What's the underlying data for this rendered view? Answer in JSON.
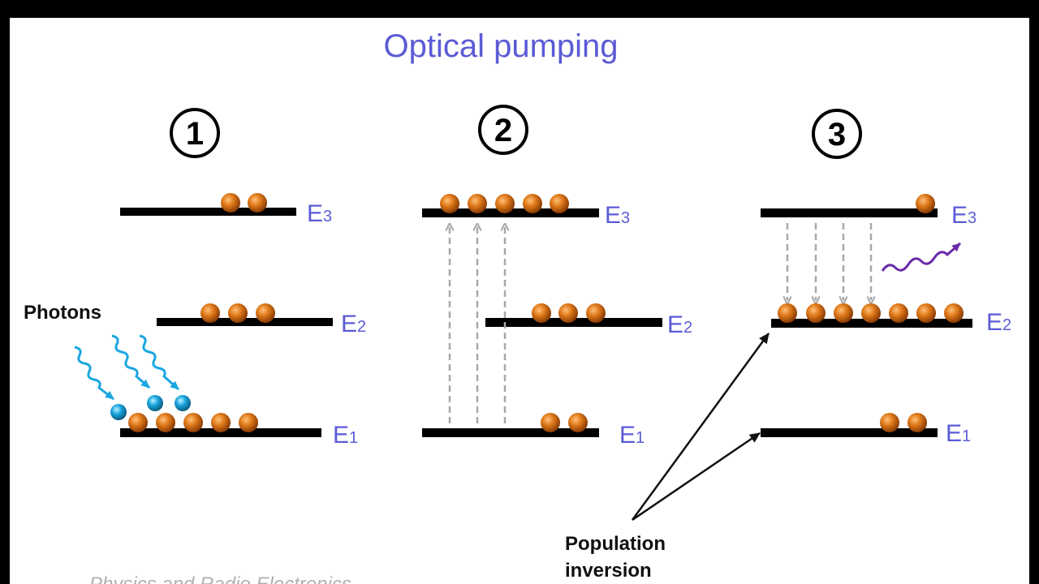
{
  "title": "Optical pumping",
  "steps": [
    "1",
    "2",
    "3"
  ],
  "level_letter": "E",
  "level_subscripts": {
    "e1": "1",
    "e2": "2",
    "e3": "3"
  },
  "photons_label": "Photons",
  "population_inversion_label": [
    "Population",
    "inversion"
  ],
  "watermark": "Physics and Radio Electronics",
  "panels": [
    {
      "E3": 2,
      "E2": 3,
      "E1": 5,
      "incoming_photons": 3
    },
    {
      "E3": 5,
      "E2": 3,
      "E1": 2,
      "pump_arrows": 3
    },
    {
      "E3": 1,
      "E2": 7,
      "E1": 2,
      "decay_arrows": 4,
      "emitted_photon": true
    }
  ],
  "colors": {
    "background": "#ffffff",
    "frame": "#000000",
    "title": "#5b5bd6",
    "level_label": "#5b5bd6",
    "electron": "#e07a1a",
    "photon": "#1aa6e0",
    "pump_arrow": "#a8a8a8",
    "emitted_photon": "#6a2aa8"
  }
}
